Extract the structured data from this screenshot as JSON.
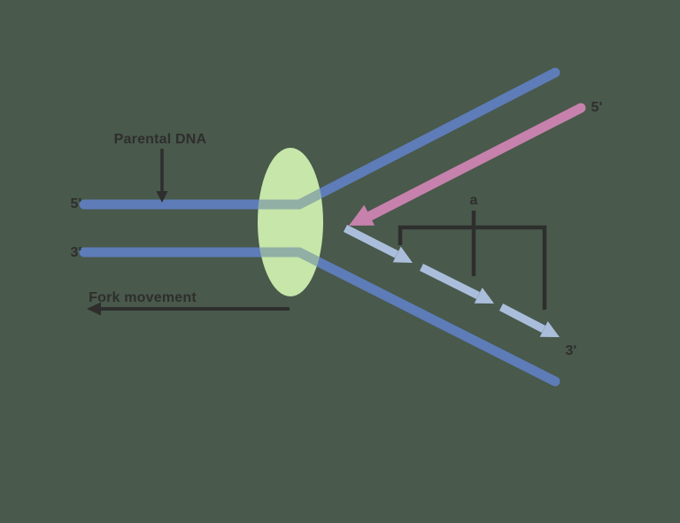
{
  "figure": {
    "description": "DNA replication fork diagram",
    "labels": {
      "parental_dna": "Parental DNA",
      "fork_movement": "Fork movement",
      "parental_top_end": "5'",
      "parental_bottom_end": "3'",
      "leading_strand_end": "5'",
      "lagging_strand_end": "3'",
      "fragment_bracket": "a"
    },
    "colors": {
      "background": "#49594b",
      "parental_strand": "#5d7cb8",
      "leading_strand": "#c781ad",
      "okazaki_fragment": "#aabedc",
      "replication_bubble": "#c6e6aa",
      "strand_inside_bubble": "#91afa5",
      "annotation": "#2e2e2e"
    }
  }
}
